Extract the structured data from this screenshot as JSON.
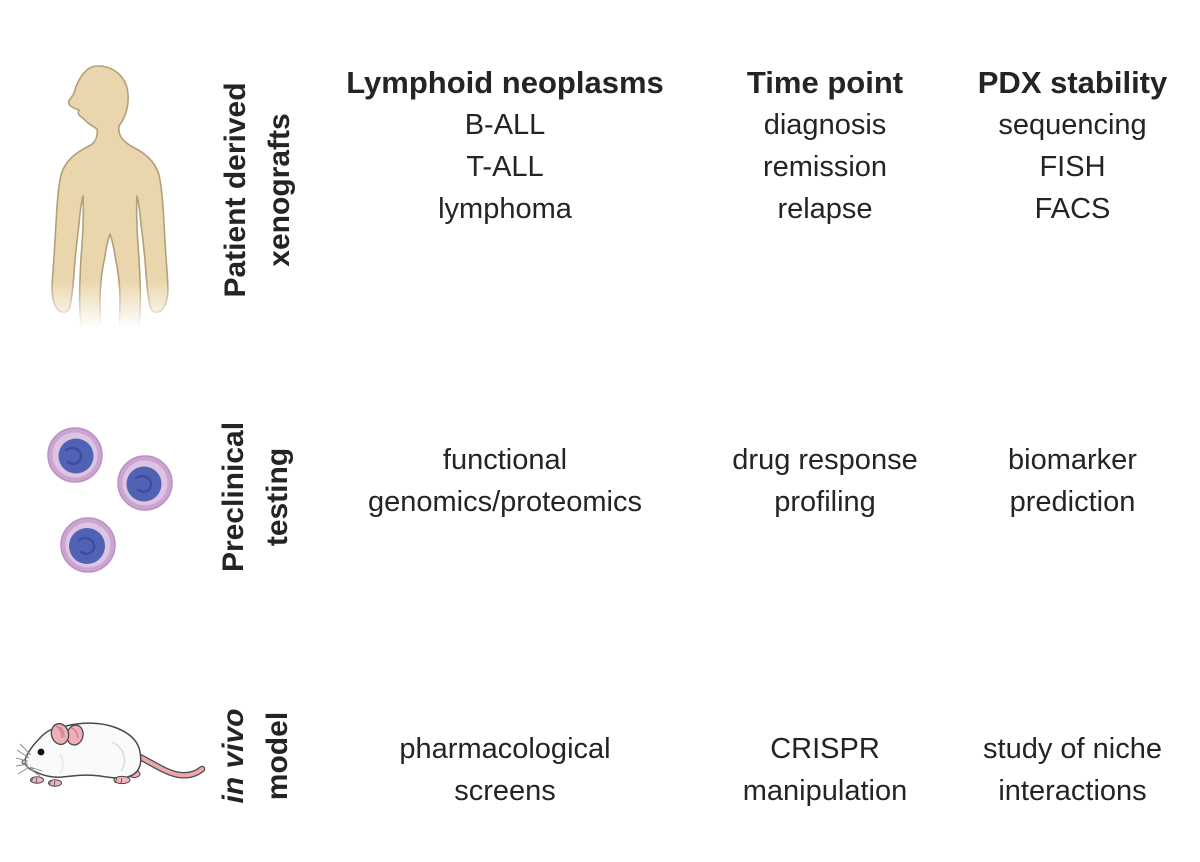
{
  "figure": {
    "background": "#ffffff",
    "text_color": "#242424",
    "rows": [
      {
        "icon": "human-silhouette-icon",
        "label_lines": [
          "Patient derived",
          "xenografts"
        ],
        "cells": [
          {
            "header": "Lymphoid neoplasms",
            "items": [
              "B-ALL",
              "T-ALL",
              "lymphoma"
            ]
          },
          {
            "header": "Time point",
            "items": [
              "diagnosis",
              "remission",
              "relapse"
            ]
          },
          {
            "header": "PDX stability",
            "items": [
              "sequencing",
              "FISH",
              "FACS"
            ]
          }
        ]
      },
      {
        "icon": "lymphocyte-cells-icon",
        "label_lines": [
          "Preclinical",
          "testing"
        ],
        "cells": [
          {
            "lines": [
              "functional",
              "genomics/proteomics"
            ]
          },
          {
            "lines": [
              "drug response",
              "profiling"
            ]
          },
          {
            "lines": [
              "biomarker",
              "prediction"
            ]
          }
        ]
      },
      {
        "icon": "mouse-icon",
        "label_lines": [
          "in vivo",
          "model"
        ],
        "cells": [
          {
            "lines": [
              "pharmacological",
              "screens"
            ]
          },
          {
            "lines": [
              "CRISPR",
              "manipulation"
            ]
          },
          {
            "lines": [
              "study of niche",
              "interactions"
            ]
          }
        ]
      }
    ],
    "colors": {
      "human_fill": "#e9d6ac",
      "human_outline": "#b3a07a",
      "cell_membrane": "#cba4d1",
      "cell_membrane_light": "#ddc4e3",
      "cell_nucleus": "#5062b4",
      "cell_nucleus_dark": "#3d4da0",
      "mouse_body": "#fafafa",
      "mouse_pink": "#f0aeb8",
      "mouse_outline": "#4a4a4a"
    }
  }
}
